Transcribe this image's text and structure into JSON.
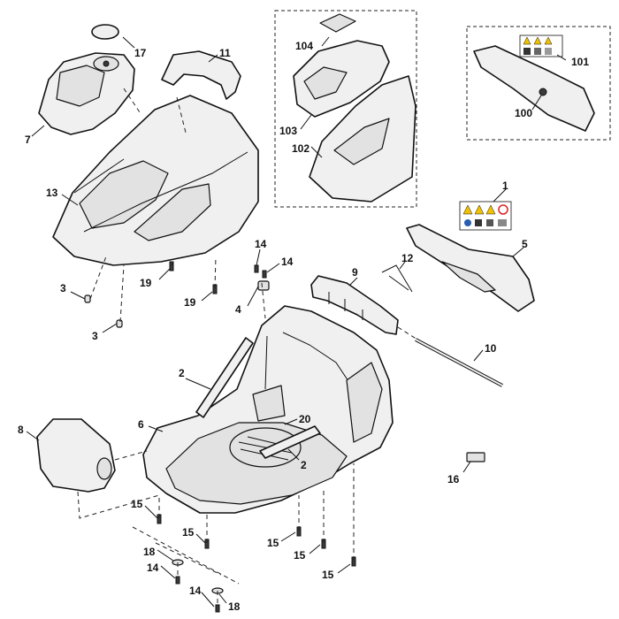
{
  "callouts": [
    {
      "id": "c-1",
      "text": "1"
    },
    {
      "id": "c-2a",
      "text": "2"
    },
    {
      "id": "c-2b",
      "text": "2"
    },
    {
      "id": "c-3a",
      "text": "3"
    },
    {
      "id": "c-3b",
      "text": "3"
    },
    {
      "id": "c-4",
      "text": "4"
    },
    {
      "id": "c-5",
      "text": "5"
    },
    {
      "id": "c-6",
      "text": "6"
    },
    {
      "id": "c-7",
      "text": "7"
    },
    {
      "id": "c-8",
      "text": "8"
    },
    {
      "id": "c-9",
      "text": "9"
    },
    {
      "id": "c-10",
      "text": "10"
    },
    {
      "id": "c-11",
      "text": "11"
    },
    {
      "id": "c-12",
      "text": "12"
    },
    {
      "id": "c-13",
      "text": "13"
    },
    {
      "id": "c-14a",
      "text": "14"
    },
    {
      "id": "c-14b",
      "text": "14"
    },
    {
      "id": "c-14c",
      "text": "14"
    },
    {
      "id": "c-14d",
      "text": "14"
    },
    {
      "id": "c-15a",
      "text": "15"
    },
    {
      "id": "c-15b",
      "text": "15"
    },
    {
      "id": "c-15c",
      "text": "15"
    },
    {
      "id": "c-15d",
      "text": "15"
    },
    {
      "id": "c-15e",
      "text": "15"
    },
    {
      "id": "c-16",
      "text": "16"
    },
    {
      "id": "c-17",
      "text": "17"
    },
    {
      "id": "c-18a",
      "text": "18"
    },
    {
      "id": "c-18b",
      "text": "18"
    },
    {
      "id": "c-19a",
      "text": "19"
    },
    {
      "id": "c-19b",
      "text": "19"
    },
    {
      "id": "c-20",
      "text": "20"
    },
    {
      "id": "c-100",
      "text": "100"
    },
    {
      "id": "c-101",
      "text": "101"
    },
    {
      "id": "c-102",
      "text": "102"
    },
    {
      "id": "c-103",
      "text": "103"
    },
    {
      "id": "c-104",
      "text": "104"
    }
  ],
  "colors": {
    "line": "#111111",
    "fill": "#f0f0f0",
    "shade": "#e2e2e2",
    "label_blue": "#2a5db0",
    "label_yellow": "#f2c200",
    "label_red": "#d22"
  }
}
